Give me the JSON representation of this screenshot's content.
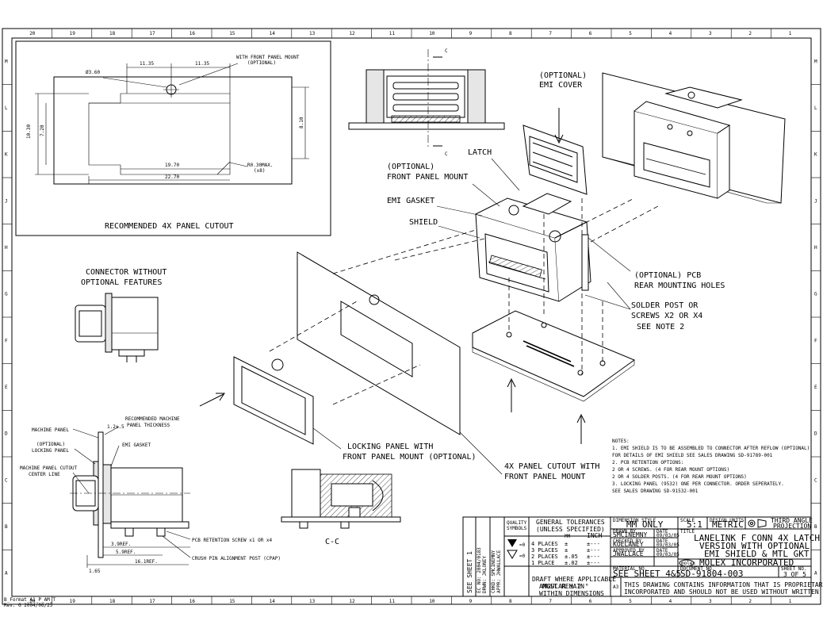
{
  "border": {
    "columns": [
      "20",
      "19",
      "18",
      "17",
      "16",
      "15",
      "14",
      "13",
      "12",
      "11",
      "10",
      "9",
      "8",
      "7",
      "6",
      "5",
      "4",
      "3",
      "2",
      "1"
    ],
    "rows": [
      "M",
      "L",
      "K",
      "J",
      "H",
      "G",
      "F",
      "E",
      "D",
      "C",
      "B",
      "A"
    ]
  },
  "cutout_view": {
    "title": "RECOMMENDED 4X PANEL CUTOUT",
    "dims": {
      "hole_dia": "Ø3.60",
      "dim_a": "11.35",
      "dim_b": "11.35",
      "note": "WITH FRONT PANEL MOUNT",
      "note_opt": "(OPTIONAL)",
      "h_outer": "10.30",
      "h_inner": "7.20",
      "h_right": "8.10",
      "w_inner": "19.70",
      "w_outer": "22.70",
      "radius": "R0.30MAX.",
      "radius_q": "(x8)"
    }
  },
  "labels": {
    "section_c_top": "C",
    "section_c_bottom": "C",
    "emi_cover_1": "(OPTIONAL)",
    "emi_cover_2": "EMI COVER",
    "latch": "LATCH",
    "front_mount_1": "(OPTIONAL)",
    "front_mount_2": "FRONT PANEL MOUNT",
    "emi_gasket": "EMI GASKET",
    "shield": "SHIELD",
    "pcb_holes_1": "(OPTIONAL) PCB",
    "pcb_holes_2": "REAR MOUNTING HOLES",
    "solder_1": "SOLDER POST OR",
    "solder_2": "SCREWS X2 OR X4",
    "solder_3": "SEE NOTE 2",
    "connector_wo_1": "CONNECTOR WITHOUT",
    "connector_wo_2": "OPTIONAL FEATURES",
    "locking_1": "LOCKING PANEL WITH",
    "locking_2": "FRONT PANEL MOUNT (OPTIONAL)",
    "panel_cutout_1": "4X PANEL CUTOUT WITH",
    "panel_cutout_2": "FRONT PANEL MOUNT",
    "section_cc": "C-C"
  },
  "side_view": {
    "machine_panel": "MACHINE PANEL",
    "locking_panel_1": "(OPTIONAL)",
    "locking_panel_2": "LOCKING PANEL",
    "cutout_center_1": "MACHINE PANEL CUTOUT",
    "cutout_center_2": "CENTER LINE",
    "thickness_val": "1.2±.5",
    "thickness_1": "RECOMMENDED MACHINE",
    "thickness_2": "PANEL THICKNESS",
    "emi_gasket": "EMI GASKET",
    "ref_39": "3.9REF.",
    "ref_59": "5.9REF.",
    "ref_161": "16.1REF.",
    "ref_165": "1.65",
    "pcb_screw": "PCB RETENTION SCREW x1 OR x4",
    "crush_pin": "CRUSH PIN ALIGNMENT POST (CPAP)"
  },
  "notes": {
    "title": "NOTES:",
    "lines": [
      "1. EMI SHIELD IS TO BE ASSEMBLED TO CONNECTOR AFTER REFLOW (OPTIONAL)",
      "   FOR DETAILS OF EMI SHIELD SEE SALES DRAWING SD-91789-001",
      "2. PCB RETENTION OPTIONS:",
      "   2 OR 4 SCREWS. (4 FOR REAR MOUNT OPTIONS)",
      "   2 OR 4 SOLDER POSTS. (4 FOR REAR MOUNT OPTIONS)",
      "3. LOCKING PANEL (9532) ONE PER CONNECTOR. ORDER SEPERATELY.",
      "   SEE SALES DRAWING SD-91532-001"
    ]
  },
  "title_block": {
    "see_sheet": "SEE SHEET 1",
    "rev_block": [
      "EC NO: 2004/0183",
      "DRWN: JKLONEY",
      "CHKD: SMCINEMNY",
      "APPR: JHWALLACE"
    ],
    "quality": "QUALITY",
    "symbols": "SYMBOLS",
    "gen_tol_1": "GENERAL TOLERANCES",
    "gen_tol_2": "(UNLESS SPECIFIED)",
    "mm": "MM",
    "inch": "INCH",
    "places": [
      {
        "p": "4 PLACES",
        "mm": "±",
        "in": "±---"
      },
      {
        "p": "3 PLACES",
        "mm": "±",
        "in": "±---"
      },
      {
        "p": "2 PLACES",
        "mm": "±.05",
        "in": "±---"
      },
      {
        "p": "1 PLACE",
        "mm": "±.02",
        "in": "±---"
      }
    ],
    "angular": "ANGULAR ± 2 °",
    "draft_1": "DRAFT WHERE APPLICABLE",
    "draft_2": "MUST REMAIN",
    "draft_3": "WITHIN DIMENSIONS",
    "dim_style_lbl": "DIMENSION STYLE",
    "dim_style": "MM ONLY",
    "scale_lbl": "SCALE",
    "scale": "5:1",
    "units_lbl": "DESIGN UNITS",
    "units": "METRIC",
    "projection_1": "THIRD ANGLE",
    "projection_2": "PROJECTION",
    "drawn_lbl": "DRAWN BY",
    "drawn": "SMCINEMNY",
    "drawn_date": "09/03/05",
    "checked_lbl": "CHECKED BY",
    "checked": "KOELANEY",
    "checked_date": "09/03/05",
    "approved_lbl": "APPROVED BY",
    "approved": "JWALLACE",
    "approved_date": "09/03/05",
    "date_lbl": "DATE",
    "title_lbl": "TITLE",
    "title_1": "LANELINK F CONN 4X LATCH",
    "title_2": "VERSION WITH OPTIONAL",
    "title_3": "EMI SHIELD & MTL GKT",
    "company": "MOLEX INCORPORATED",
    "molex": "molex",
    "material_lbl": "MATERIAL NO.",
    "material": "SEE SHEET 4&5",
    "doc_lbl": "DOCUMENT NO.",
    "doc": "SD-91804-003",
    "sheet_lbl": "SHEET NO.",
    "sheet": "3 OF 5",
    "proprietary_1": "THIS DRAWING CONTAINS INFORMATION THAT IS PROPRIETARY TO MOLEX",
    "proprietary_2": "INCORPORATED AND SHOULD NOT BE USED WITHOUT WRITTEN PERMISSION",
    "size": "A3"
  },
  "file_info": [
    "B_Format_A1_P_AM_T",
    "Rev. G 2004/06/25"
  ]
}
